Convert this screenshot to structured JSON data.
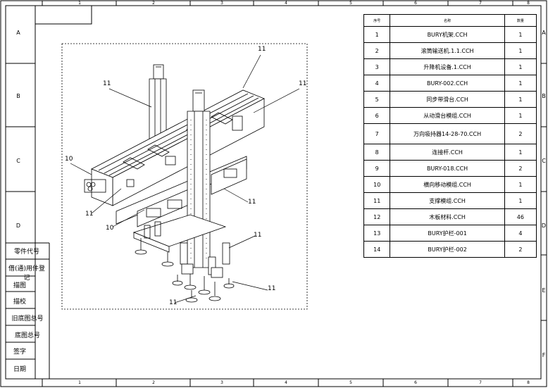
{
  "zones_left": [
    "A",
    "B",
    "C",
    "D"
  ],
  "zones_right": [
    "A",
    "B",
    "C",
    "D",
    "E",
    "F"
  ],
  "col_numbers": [
    "1",
    "2",
    "3",
    "4",
    "5",
    "6",
    "7",
    "8"
  ],
  "bom": {
    "headers": [
      "序号",
      "名称",
      "数量"
    ],
    "rows": [
      {
        "no": "1",
        "name": "BURY机架.CCH",
        "qty": "1"
      },
      {
        "no": "2",
        "name": "滚筒输送机.1.1.CCH",
        "qty": "1"
      },
      {
        "no": "3",
        "name": "升降机设备.1.CCH",
        "qty": "1"
      },
      {
        "no": "4",
        "name": "BURY-002.CCH",
        "qty": "1"
      },
      {
        "no": "5",
        "name": "同步带滑台.CCH",
        "qty": "1"
      },
      {
        "no": "6",
        "name": "从动滑台模组.CCH",
        "qty": "1"
      },
      {
        "no": "7",
        "name": "万向吸持器14-28-70.CCH",
        "qty": "2"
      },
      {
        "no": "8",
        "name": "连接杆.CCH",
        "qty": "1"
      },
      {
        "no": "9",
        "name": "BURY-018.CCH",
        "qty": "2"
      },
      {
        "no": "10",
        "name": "横向移动模组.CCH",
        "qty": "1"
      },
      {
        "no": "11",
        "name": "支撑模组.CCH",
        "qty": "1"
      },
      {
        "no": "12",
        "name": "木板材料.CCH",
        "qty": "46"
      },
      {
        "no": "13",
        "name": "BURY护栏-001",
        "qty": "4"
      },
      {
        "no": "14",
        "name": "BURY护栏-002",
        "qty": "2"
      }
    ]
  },
  "side_block": [
    "零件代号",
    "借(通)用件登记",
    "描图",
    "描校",
    "旧底图总号",
    "底图总号",
    "签字",
    "日期"
  ],
  "callouts": [
    "11",
    "11",
    "11",
    "10",
    "11",
    "10",
    "11",
    "11",
    "11",
    "11"
  ]
}
